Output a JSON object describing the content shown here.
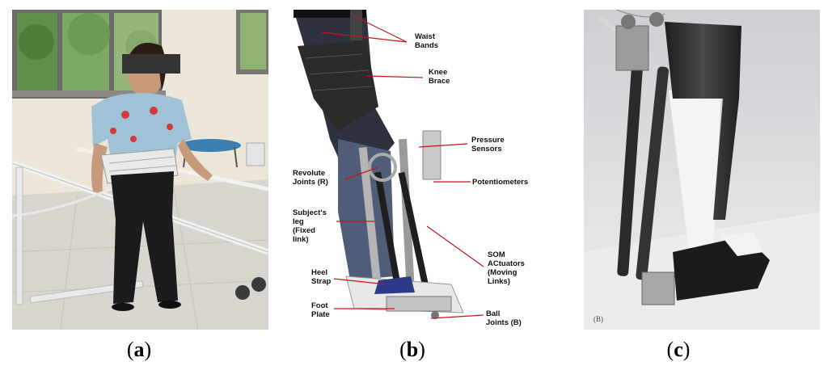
{
  "figure": {
    "captions": {
      "a": {
        "open": "(",
        "letter": "a",
        "close": ")"
      },
      "b": {
        "open": "(",
        "letter": "b",
        "close": ")"
      },
      "c": {
        "open": "(",
        "letter": "c",
        "close": ")"
      }
    },
    "panel_b": {
      "labels": {
        "waist_bands": "Waist\nBands",
        "knee_brace": "Knee\nBrace",
        "pressure_sensors": "Pressure\nSensors",
        "revolute_joints": "Revolute\nJoints (R)",
        "potentiometers": "Potentiometers",
        "subjects_leg": "Subject's\nleg\n(Fixed\nlink)",
        "som_actuators": "SOM\nACtuators\n(Moving\nLinks)",
        "heel_strap": "Heel\nStrap",
        "foot_plate": "Foot\nPlate",
        "ball_joints": "Ball\nJoints (B)"
      }
    },
    "panel_c": {
      "corner_mark": "(B)"
    },
    "colors": {
      "carbon": "#2b2b2b",
      "pants": "#1c1c1c",
      "wall": "#ece6d8",
      "floor": "#d9d6cf",
      "annotation_line": "#c8151b"
    }
  }
}
